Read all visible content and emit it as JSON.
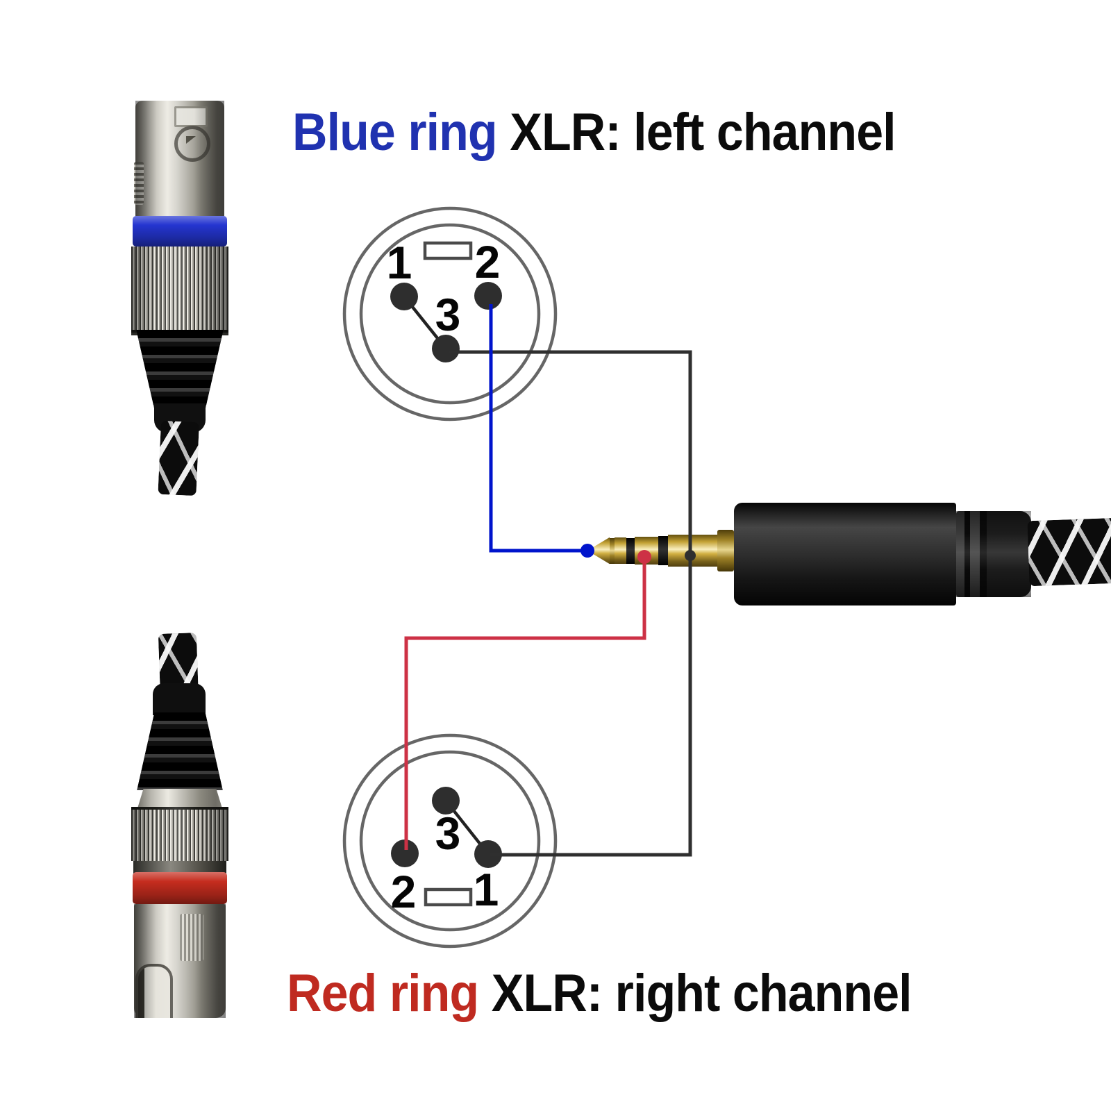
{
  "captions": {
    "top": {
      "highlight": "Blue ring",
      "rest": " XLR: left channel",
      "highlight_color": "#2032b0",
      "text_color": "#0b0b0b"
    },
    "bottom": {
      "highlight": "Red ring",
      "rest": " XLR: right channel",
      "highlight_color": "#bf2a20",
      "text_color": "#0b0b0b"
    }
  },
  "pinout_top": {
    "pin1": "1",
    "pin2": "2",
    "pin3": "3"
  },
  "pinout_bottom": {
    "pin1": "1",
    "pin2": "2",
    "pin3": "3"
  },
  "wires": {
    "left_channel_color": "#0014cc",
    "right_channel_color": "#cd3145",
    "ground_color": "#2f2f2f"
  },
  "rings": {
    "top_xlr_color": "#2435d0",
    "bottom_xlr_color": "#c52c1e"
  }
}
